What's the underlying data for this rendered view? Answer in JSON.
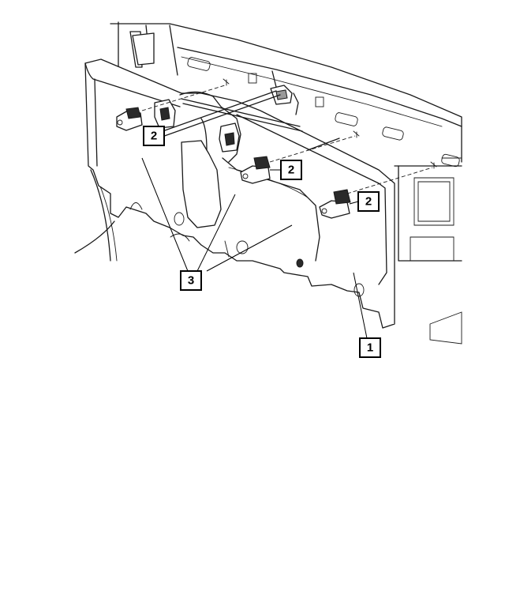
{
  "callouts": {
    "seat_back_panel": "1",
    "latch_upper_left": "2",
    "latch_center": "2",
    "latch_right": "2",
    "trim_panels": "3"
  }
}
